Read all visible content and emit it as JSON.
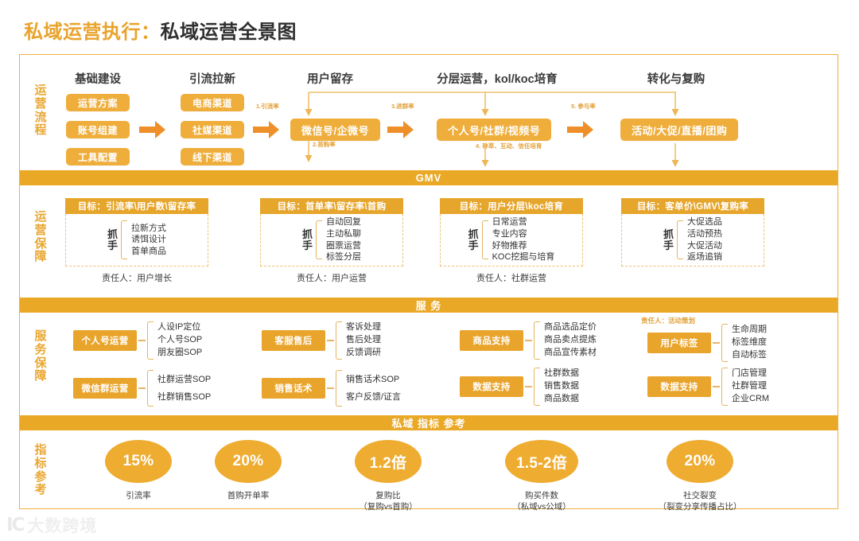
{
  "title": {
    "prefix": "私域运营执行：",
    "main": "私域运营全景图"
  },
  "colors": {
    "accent": "#eaa827",
    "pill": "#efae3c",
    "title_orange": "#e8a32c",
    "text_dark": "#2f2f2f",
    "dashed_border": "#eec273"
  },
  "sections": {
    "flow": {
      "side_label": "运营流程",
      "columns": [
        {
          "head": "基础建设",
          "items": [
            "运营方案",
            "账号组建",
            "工具配置"
          ]
        },
        {
          "head": "引流拉新",
          "items": [
            "电商渠道",
            "社媒渠道",
            "线下渠道"
          ]
        },
        {
          "head": "用户留存",
          "items": [
            "微信号/企微号"
          ]
        },
        {
          "head": "分层运营，kol/koc培育",
          "items": [
            "个人号/社群/视频号"
          ]
        },
        {
          "head": "转化与复购",
          "items": [
            "活动/大促/直播/团购"
          ]
        }
      ],
      "flow_labels": [
        "1.引流率",
        "2.首购率",
        "3.进群率",
        "4. 种草、互动、信任培育",
        "5. 参与率"
      ]
    },
    "gmv_band": "GMV",
    "guarantee": {
      "side_label": "运营保障",
      "zhuashou_label": "抓手",
      "boxes": [
        {
          "goal": "目标：引流率\\用户数\\留存率",
          "items": [
            "拉新方式",
            "诱饵设计",
            "首单商品"
          ],
          "owner": "责任人：用户增长"
        },
        {
          "goal": "目标：首单率\\留存率\\首购",
          "items": [
            "自动回复",
            "主动私聊",
            "圈票运营",
            "标签分层"
          ],
          "owner": "责任人：用户运营"
        },
        {
          "goal": "目标：用户分层\\koc培育",
          "items": [
            "日常运营",
            "专业内容",
            "好物推荐",
            "KOC挖掘与培育"
          ],
          "owner": "责任人：社群运营"
        },
        {
          "goal": "目标：客单价\\GMV\\复购率",
          "items": [
            "大促选品",
            "活动预热",
            "大促活动",
            "返场追销"
          ],
          "owner": ""
        }
      ]
    },
    "service_band": "服 务",
    "service": {
      "side_label": "服务保障",
      "owner_note": "责任人：活动策划",
      "groups": [
        {
          "tag": "个人号运营",
          "items": [
            "人设IP定位",
            "个人号SOP",
            "朋友圈SOP"
          ]
        },
        {
          "tag": "微信群运营",
          "items": [
            "社群运营SOP",
            "社群销售SOP"
          ]
        },
        {
          "tag": "客服售后",
          "items": [
            "客诉处理",
            "售后处理",
            "反馈调研"
          ]
        },
        {
          "tag": "销售话术",
          "items": [
            "销售话术SOP",
            "客户反馈/证言"
          ]
        },
        {
          "tag": "商品支持",
          "items": [
            "商品选品定价",
            "商品卖点提炼",
            "商品宣传素材"
          ]
        },
        {
          "tag": "数据支持",
          "items": [
            "社群数据",
            "销售数据",
            "商品数据"
          ]
        },
        {
          "tag": "用户标签",
          "items": [
            "生命周期",
            "标签维度",
            "自动标签"
          ]
        },
        {
          "tag": "数据支持",
          "items": [
            "门店管理",
            "社群管理",
            "企业CRM"
          ]
        }
      ]
    },
    "metrics_band": "私域 指标 参考",
    "metrics": {
      "side_label": "指标参考",
      "items": [
        {
          "value": "15%",
          "label_1": "引流率",
          "label_2": ""
        },
        {
          "value": "20%",
          "label_1": "首购开单率",
          "label_2": ""
        },
        {
          "value": "1.2倍",
          "label_1": "复购比",
          "label_2": "（复购vs首购）"
        },
        {
          "value": "1.5-2倍",
          "label_1": "购买件数",
          "label_2": "（私域vs公域）"
        },
        {
          "value": "20%",
          "label_1": "社交裂变",
          "label_2": "（裂变分享传播占比）"
        }
      ]
    }
  },
  "watermark": {
    "mark": "IC",
    "text": "大数跨境"
  }
}
